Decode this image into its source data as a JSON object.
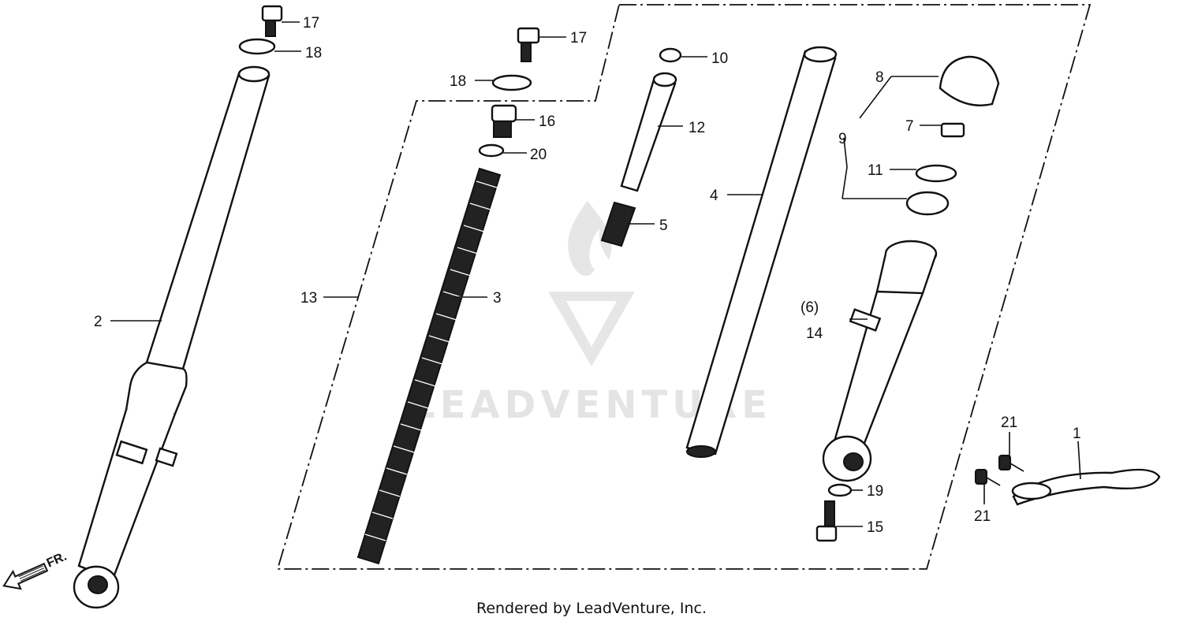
{
  "watermark": {
    "text": "LEADVENTURE"
  },
  "credit": "Rendered by LeadVenture, Inc.",
  "direction_marker": "FR.",
  "callouts": [
    {
      "id": "c17a",
      "label": "17"
    },
    {
      "id": "c18a",
      "label": "18"
    },
    {
      "id": "c2",
      "label": "2"
    },
    {
      "id": "c17b",
      "label": "17"
    },
    {
      "id": "c18b",
      "label": "18"
    },
    {
      "id": "c16",
      "label": "16"
    },
    {
      "id": "c20",
      "label": "20"
    },
    {
      "id": "c13",
      "label": "13"
    },
    {
      "id": "c3",
      "label": "3"
    },
    {
      "id": "c10",
      "label": "10"
    },
    {
      "id": "c12",
      "label": "12"
    },
    {
      "id": "c5",
      "label": "5"
    },
    {
      "id": "c4",
      "label": "4"
    },
    {
      "id": "c8",
      "label": "8"
    },
    {
      "id": "c9",
      "label": "9"
    },
    {
      "id": "c7",
      "label": "7"
    },
    {
      "id": "c11",
      "label": "11"
    },
    {
      "id": "c6",
      "label": "(6)"
    },
    {
      "id": "c14",
      "label": "14"
    },
    {
      "id": "c19",
      "label": "19"
    },
    {
      "id": "c15",
      "label": "15"
    },
    {
      "id": "c21a",
      "label": "21"
    },
    {
      "id": "c1",
      "label": "1"
    },
    {
      "id": "c21b",
      "label": "21"
    }
  ]
}
